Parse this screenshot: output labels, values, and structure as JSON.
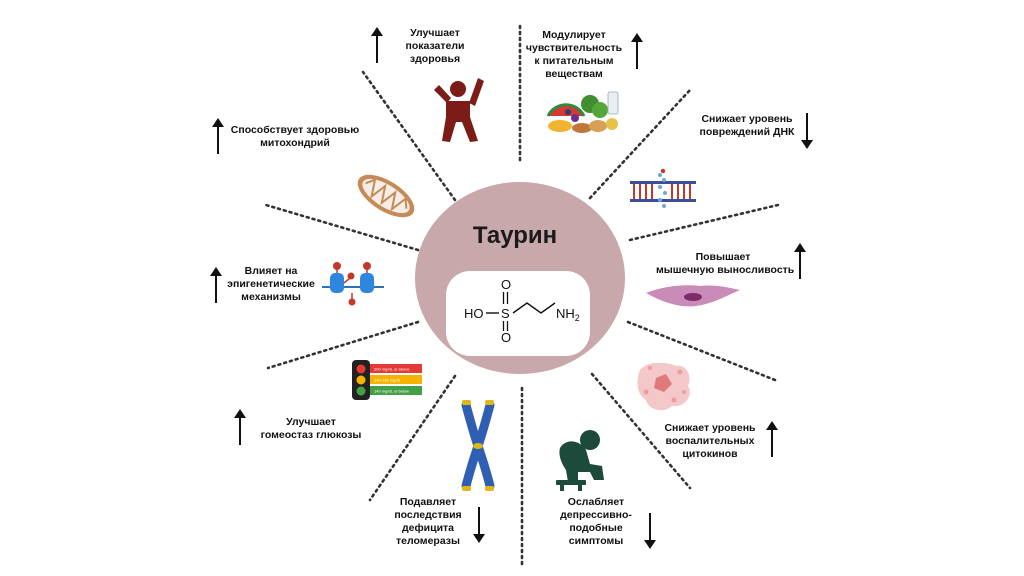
{
  "center": {
    "title": "Таурин",
    "formula": {
      "ho": "HO",
      "s": "S",
      "o_top": "O",
      "o_bottom": "O",
      "nh": "NH",
      "sub": "2"
    }
  },
  "colors": {
    "circle": "#c8a8ab",
    "up_dark_red": "#7b1c17",
    "dotted": "#333333"
  },
  "effects": [
    {
      "id": "health",
      "lines": [
        "Улучшает",
        "показатели",
        "здоровья"
      ],
      "arrow": "up",
      "icon": "person-cheering-icon"
    },
    {
      "id": "nutrient",
      "lines": [
        "Модулирует",
        "чувствительность",
        "к питательным",
        "веществам"
      ],
      "arrow": "up",
      "icon": "food-icon"
    },
    {
      "id": "dna",
      "lines": [
        "Снижает уровень",
        "повреждений ДНК"
      ],
      "arrow": "down",
      "icon": "dna-icon"
    },
    {
      "id": "muscle",
      "lines": [
        "Повышает",
        "мышечную выносливость"
      ],
      "arrow": "up",
      "icon": "muscle-cell-icon"
    },
    {
      "id": "cytokine",
      "lines": [
        "Снижает уровень",
        "воспалительных",
        "цитокинов"
      ],
      "arrow": "up",
      "icon": "inflamed-cell-icon"
    },
    {
      "id": "depression",
      "lines": [
        "Ослабляет",
        "депрессивно-",
        "подобные",
        "симптомы"
      ],
      "arrow": "down",
      "icon": "depressed-person-icon"
    },
    {
      "id": "telomerase",
      "lines": [
        "Подавляет",
        "последствия",
        "дефицита",
        "теломеразы"
      ],
      "arrow": "down",
      "icon": "chromosome-icon"
    },
    {
      "id": "glucose",
      "lines": [
        "Улучшает",
        "гомеостаз глюкозы"
      ],
      "arrow": "up",
      "icon": "glucose-traffic-light-icon"
    },
    {
      "id": "epigenetic",
      "lines": [
        "Влияет на",
        "эпигенетические",
        "механизмы"
      ],
      "arrow": "up",
      "icon": "nucleosome-icon"
    },
    {
      "id": "mitochondria",
      "lines": [
        "Способствует здоровью",
        "митохондрий"
      ],
      "arrow": "up",
      "icon": "mitochondria-icon"
    }
  ],
  "glucose_meter": {
    "red": "200 mg/dL or above",
    "yellow": "140-199 mg/dL",
    "green": "140 mg/dL or below"
  }
}
